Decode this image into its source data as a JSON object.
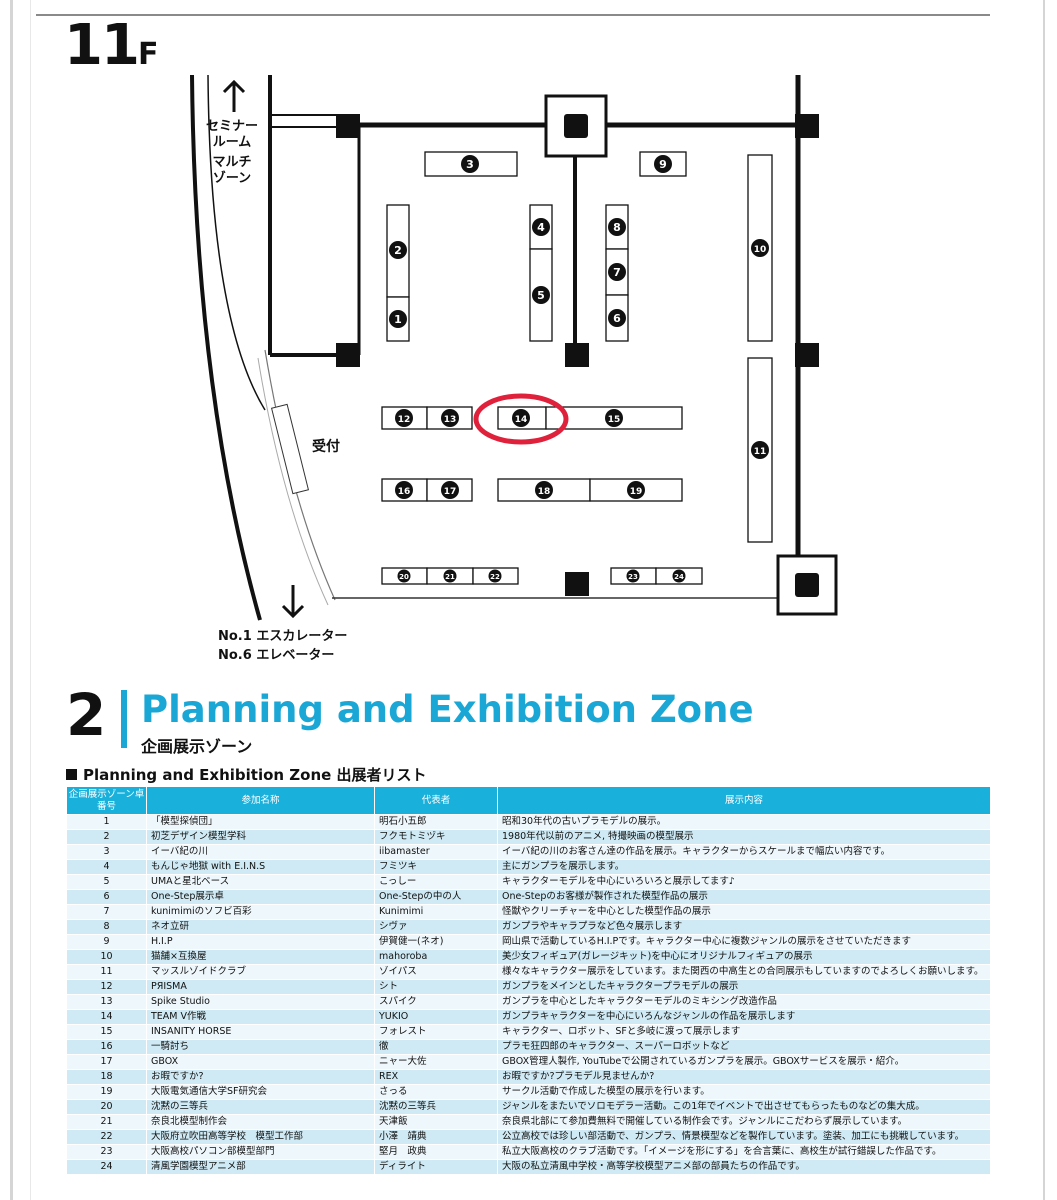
{
  "page": {
    "floor_number": "11",
    "floor_unit": "F"
  },
  "map": {
    "seminar_room": "セミナールーム",
    "multi_zone": "マルチゾーン",
    "reception": "受付",
    "escalator": "No.1 エスカレーター",
    "elevator": "No.6 エレベーター",
    "booth_numbers": [
      "1",
      "2",
      "3",
      "4",
      "5",
      "6",
      "7",
      "8",
      "9",
      "10",
      "11",
      "12",
      "13",
      "14",
      "15",
      "16",
      "17",
      "18",
      "19",
      "20",
      "21",
      "22",
      "23",
      "24"
    ],
    "highlighted_booth": "14",
    "highlight_color": "#e0213b"
  },
  "section": {
    "number": "2",
    "title": "Planning and Exhibition Zone",
    "subtitle": "企画展示ゾーン",
    "accent_color": "#1aa7d6"
  },
  "list": {
    "heading": "Planning and Exhibition Zone 出展者リスト",
    "columns": [
      "企画展示ゾーン卓番号",
      "参加名称",
      "代表者",
      "展示内容"
    ],
    "rows": [
      [
        "1",
        "「模型探偵団」",
        "明石小五郎",
        "昭和30年代の古いプラモデルの展示。"
      ],
      [
        "2",
        "初芝デザイン模型学科",
        "フクモトミヅキ",
        "1980年代以前のアニメ, 特撮映画の模型展示"
      ],
      [
        "3",
        "イーバ紀の川",
        "iibamaster",
        "イーバ紀の川のお客さん達の作品を展示。キャラクターからスケールまで幅広い内容です。"
      ],
      [
        "4",
        "もんじゃ地獄 with E.I.N.S",
        "フミツキ",
        "主にガンプラを展示します。"
      ],
      [
        "5",
        "UMAと星北ベース",
        "こっしー",
        "キャラクターモデルを中心にいろいろと展示してます♪"
      ],
      [
        "6",
        "One-Step展示卓",
        "One-Stepの中の人",
        "One-Stepのお客様が製作された模型作品の展示"
      ],
      [
        "7",
        "kunimimiのソフビ百彩",
        "Kunimimi",
        "怪獣やクリーチャーを中心とした模型作品の展示"
      ],
      [
        "8",
        "ネオ立研",
        "シヴァ",
        "ガンプラやキャラプラなど色々展示します"
      ],
      [
        "9",
        "H.I.P",
        "伊賀健一(ネオ)",
        "岡山県で活動しているH.I.Pです。キャラクター中心に複数ジャンルの展示をさせていただきます"
      ],
      [
        "10",
        "猫舗×互換屋",
        "mahoroba",
        "美少女フィギュア(ガレージキット)を中心にオリジナルフィギュアの展示"
      ],
      [
        "11",
        "マッスルゾイドクラブ",
        "ゾイパス",
        "様々なキャラクター展示をしています。また関西の中高生との合同展示もしていますのでよろしくお願いします。"
      ],
      [
        "12",
        "PЯISMA",
        "シト",
        "ガンプラをメインとしたキャラクタープラモデルの展示"
      ],
      [
        "13",
        "Spike Studio",
        "スパイク",
        "ガンプラを中心としたキャラクターモデルのミキシング改造作品"
      ],
      [
        "14",
        "TEAM V作戦",
        "YUKIO",
        "ガンプラキャラクターを中心にいろんなジャンルの作品を展示します"
      ],
      [
        "15",
        "INSANITY HORSE",
        "フォレスト",
        "キャラクター、ロボット、SFと多岐に渡って展示します"
      ],
      [
        "16",
        "一騎討ち",
        "徹",
        "プラモ狂四郎のキャラクター、スーパーロボットなど"
      ],
      [
        "17",
        "GBOX",
        "ニャー大佐",
        "GBOX管理人製作, YouTubeで公開されているガンプラを展示。GBOXサービスを展示・紹介。"
      ],
      [
        "18",
        "お暇ですか?",
        "REX",
        "お暇ですか?プラモデル見ませんか?"
      ],
      [
        "19",
        "大阪電気通信大学SF研究会",
        "さっる",
        "サークル活動で作成した模型の展示を行います。"
      ],
      [
        "20",
        "沈黙の三等兵",
        "沈黙の三等兵",
        "ジャンルをまたいでソロモデラー活動。この1年でイベントで出させてもらったものなどの集大成。"
      ],
      [
        "21",
        "奈良北模型制作会",
        "天津飯",
        "奈良県北部にて参加費無料で開催している制作会です。ジャンルにこだわらず展示しています。"
      ],
      [
        "22",
        "大阪府立吹田高等学校　模型工作部",
        "小澤　靖典",
        "公立高校では珍しい部活動で、ガンプラ、情景模型などを製作しています。塗装、加工にも挑戦しています。"
      ],
      [
        "23",
        "大阪高校パソコン部模型部門",
        "堅月　政典",
        "私立大阪高校のクラブ活動です。「イメージを形にする」を合言葉に、高校生が試行錯誤した作品です。"
      ],
      [
        "24",
        "清風学園模型アニメ部",
        "ディライト",
        "大阪の私立清風中学校・高等学校模型アニメ部の部員たちの作品です。"
      ]
    ]
  }
}
